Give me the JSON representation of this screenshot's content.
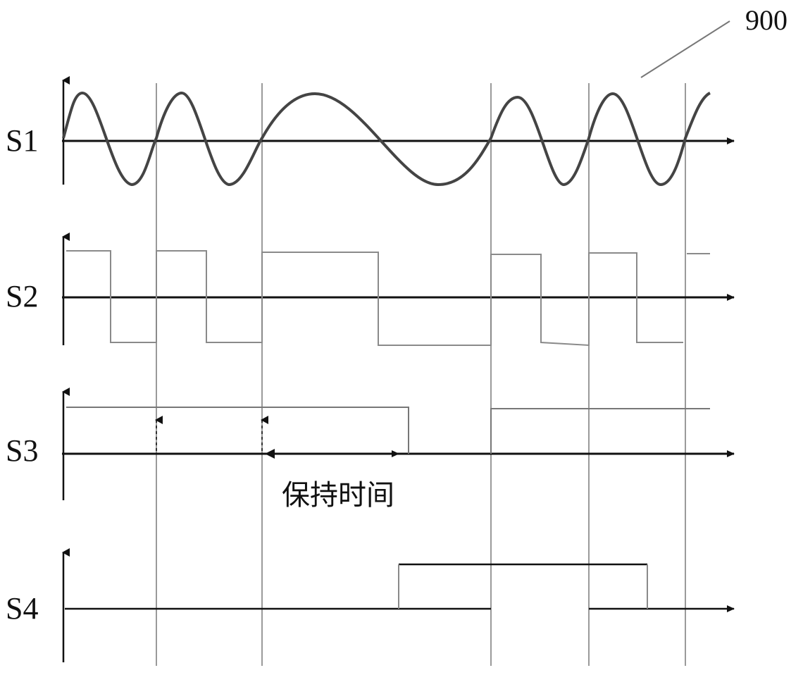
{
  "figure": {
    "reference_numeral": "900",
    "hold_label": "保持时间"
  },
  "signals": [
    {
      "id": "S1",
      "label": "S1"
    },
    {
      "id": "S2",
      "label": "S2"
    },
    {
      "id": "S3",
      "label": "S3"
    },
    {
      "id": "S4",
      "label": "S4"
    }
  ]
}
